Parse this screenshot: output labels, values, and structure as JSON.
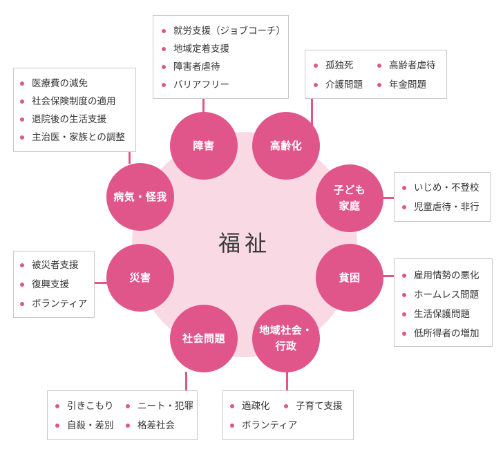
{
  "center": {
    "label": "福祉"
  },
  "nodes": {
    "disability": {
      "lines": [
        "障害"
      ]
    },
    "aging": {
      "lines": [
        "高齢化"
      ]
    },
    "children": {
      "lines": [
        "子ども",
        "家庭"
      ]
    },
    "poverty": {
      "lines": [
        "貧困"
      ]
    },
    "community": {
      "lines": [
        "地域社会・",
        "行政"
      ]
    },
    "social": {
      "lines": [
        "社会問題"
      ]
    },
    "disaster": {
      "lines": [
        "災害"
      ]
    },
    "illness": {
      "lines": [
        "病気・怪我"
      ]
    }
  },
  "boxes": {
    "disability": [
      "就労支援（ジョブコーチ）",
      "地域定着支援",
      "障害者虐待",
      "バリアフリー"
    ],
    "aging": [
      "孤独死",
      "高齢者虐待",
      "介護問題",
      "年金問題"
    ],
    "children": [
      "いじめ・不登校",
      "児童虐待・非行"
    ],
    "poverty": [
      "雇用情勢の悪化",
      "ホームレス問題",
      "生活保護問題",
      "低所得者の増加"
    ],
    "community": [
      "過疎化",
      "子育て支援",
      "ボランティア"
    ],
    "social": [
      "引きこもり",
      "ニート・犯罪",
      "自殺・差別",
      "格差社会"
    ],
    "disaster": [
      "被災者支援",
      "復興支援",
      "ボランティア"
    ],
    "illness": [
      "医療費の減免",
      "社会保険制度の適用",
      "退院後の生活支援",
      "主治医・家族との調整"
    ]
  },
  "colors": {
    "node": "#e0558a",
    "center_disc": "#f9d9e4",
    "box_border": "#c9c9c9",
    "bullet": "#e0558a"
  }
}
